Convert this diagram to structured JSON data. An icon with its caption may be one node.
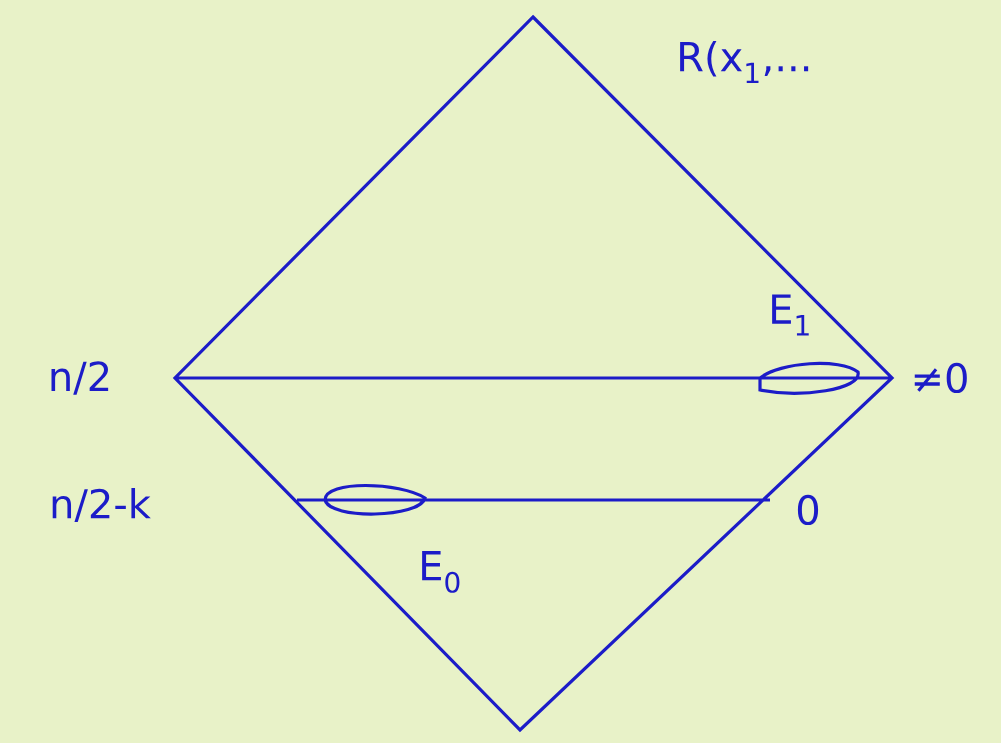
{
  "diagram": {
    "labels": [
      "R(x$_{1}$,...",
      "E$_{1}$",
      "n/2",
      "≠0",
      "n/2-k",
      "0",
      "E$_{0}$"
    ]
  }
}
